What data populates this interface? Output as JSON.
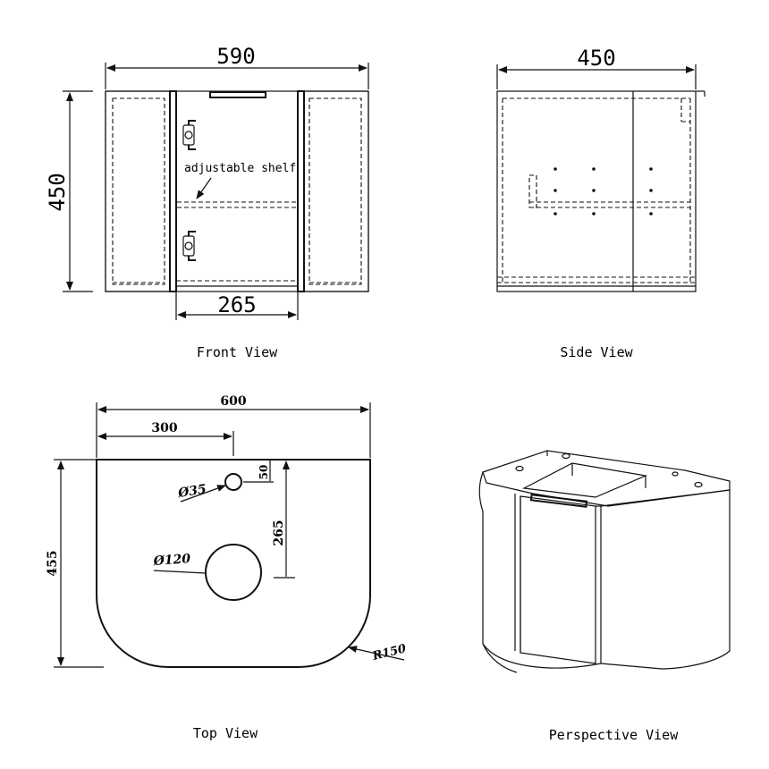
{
  "front_view": {
    "caption": "Front View",
    "width_dim": "590",
    "height_dim": "450",
    "door_width_dim": "265",
    "shelf_label": "adjustable shelf"
  },
  "side_view": {
    "caption": "Side View",
    "depth_dim": "450"
  },
  "top_view": {
    "caption": "Top View",
    "width_dim": "600",
    "hole_offset_dim": "300",
    "depth_dim": "455",
    "tap_hole_offset_dim": "50",
    "waste_offset_dim": "265",
    "tap_hole_dia": "Ø35",
    "waste_dia": "Ø120",
    "corner_radius": "R150"
  },
  "perspective_view": {
    "caption": "Perspective View"
  }
}
